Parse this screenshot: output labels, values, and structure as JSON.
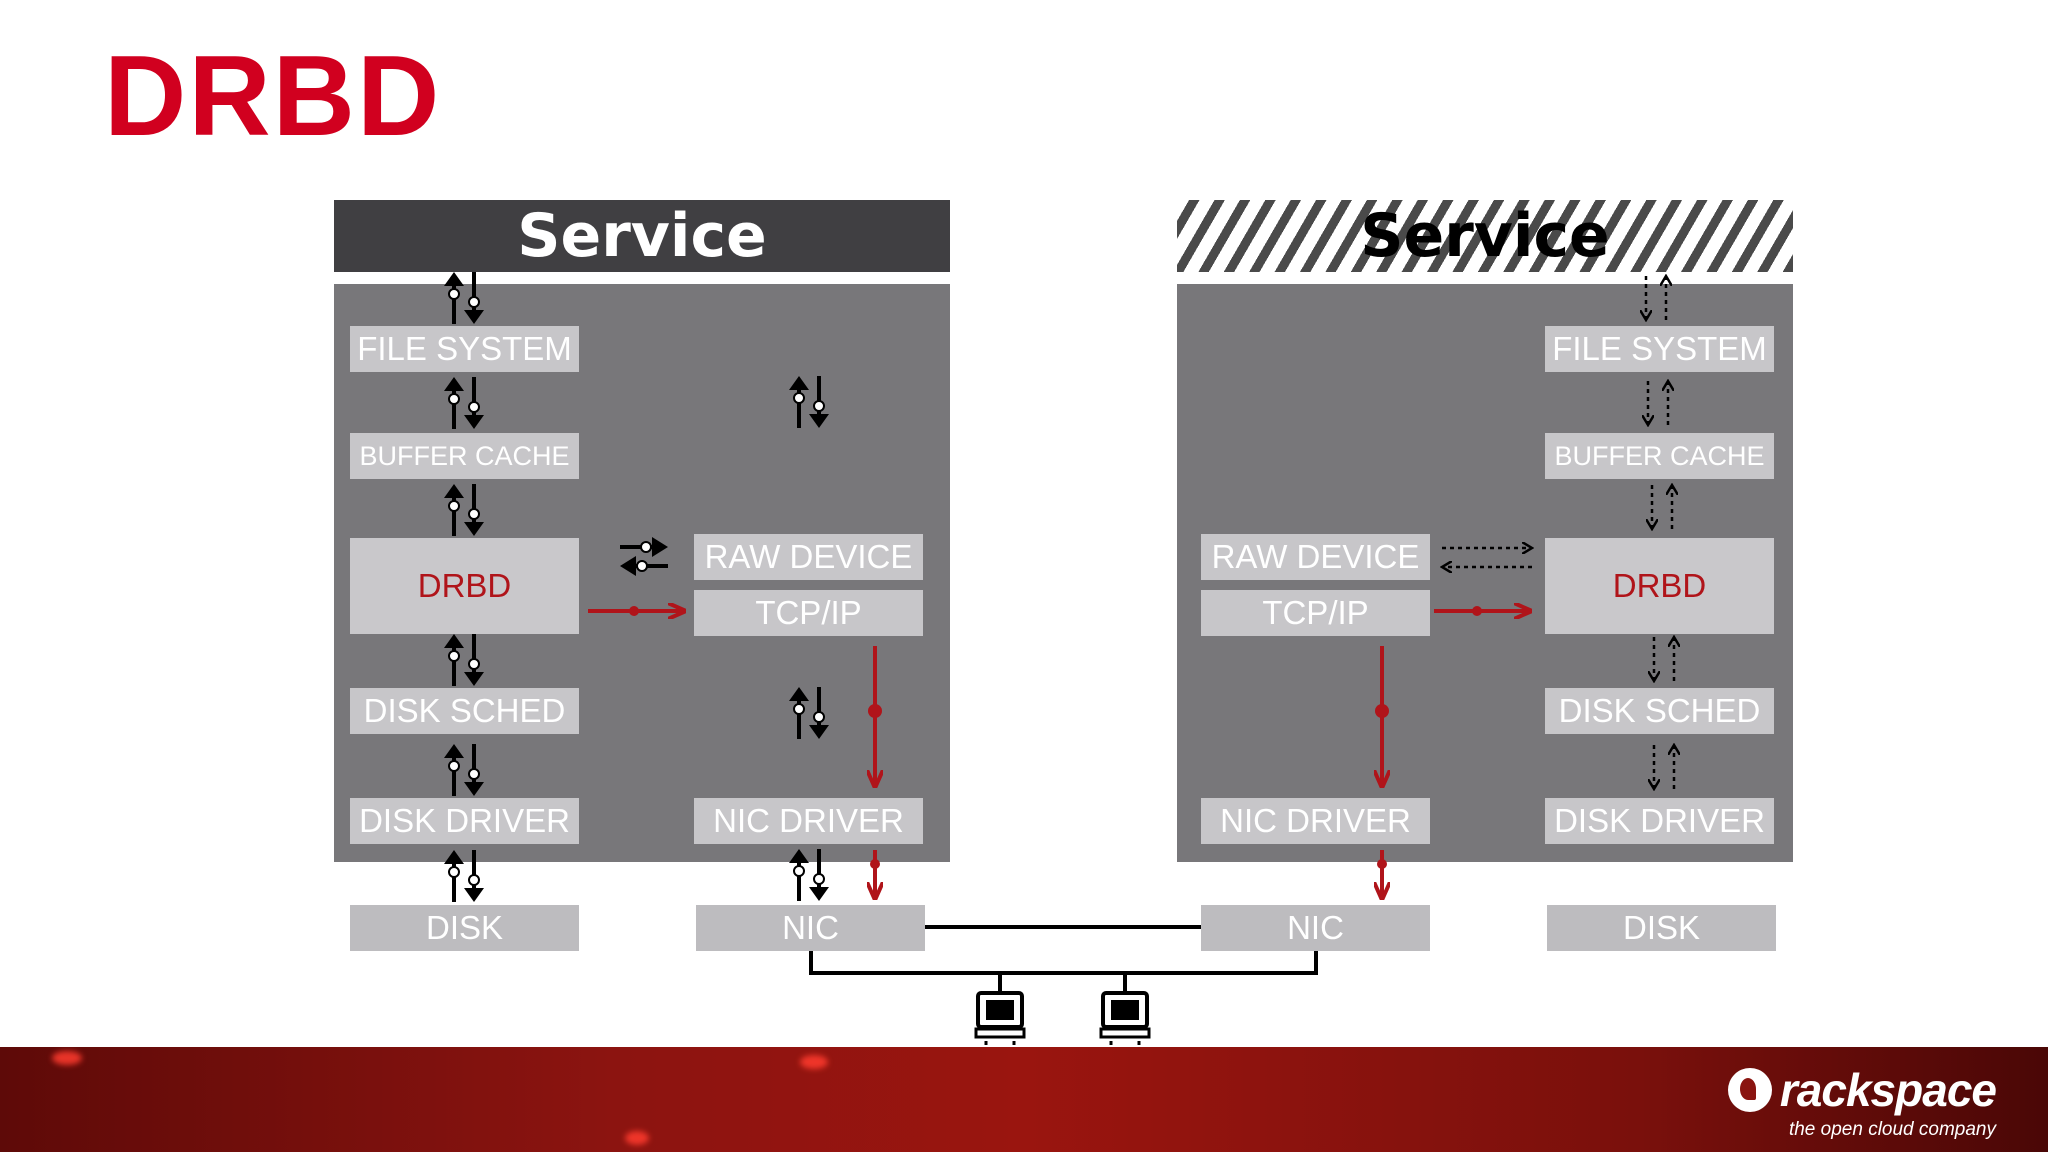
{
  "title": "DRBD",
  "left_node": {
    "service": "Service",
    "file_system": "FILE SYSTEM",
    "buffer_cache": "BUFFER CACHE",
    "drbd": "DRBD",
    "disk_sched": "DISK SCHED",
    "disk_driver": "DISK DRIVER",
    "raw_device": "RAW DEVICE",
    "tcp_ip": "TCP/IP",
    "nic_driver": "NIC DRIVER",
    "disk": "DISK",
    "nic": "NIC"
  },
  "right_node": {
    "service": "Service",
    "file_system": "FILE SYSTEM",
    "buffer_cache": "BUFFER CACHE",
    "drbd": "DRBD",
    "disk_sched": "DISK SCHED",
    "disk_driver": "DISK DRIVER",
    "raw_device": "RAW DEVICE",
    "tcp_ip": "TCP/IP",
    "nic_driver": "NIC DRIVER",
    "disk": "DISK",
    "nic": "NIC"
  },
  "footer": {
    "brand": "rackspace",
    "tagline": "the open cloud company"
  },
  "colors": {
    "accent_red": "#d1001f",
    "replication_red": "#b0141a",
    "panel_gray": "#78777a",
    "box_gray": "#c7c6c9",
    "service_bar": "#403f42"
  },
  "icons": [
    "io-arrow-pair-icon",
    "replication-arrow-icon",
    "dotted-arrow-icon",
    "workstation-icon",
    "rackspace-logo-icon"
  ]
}
